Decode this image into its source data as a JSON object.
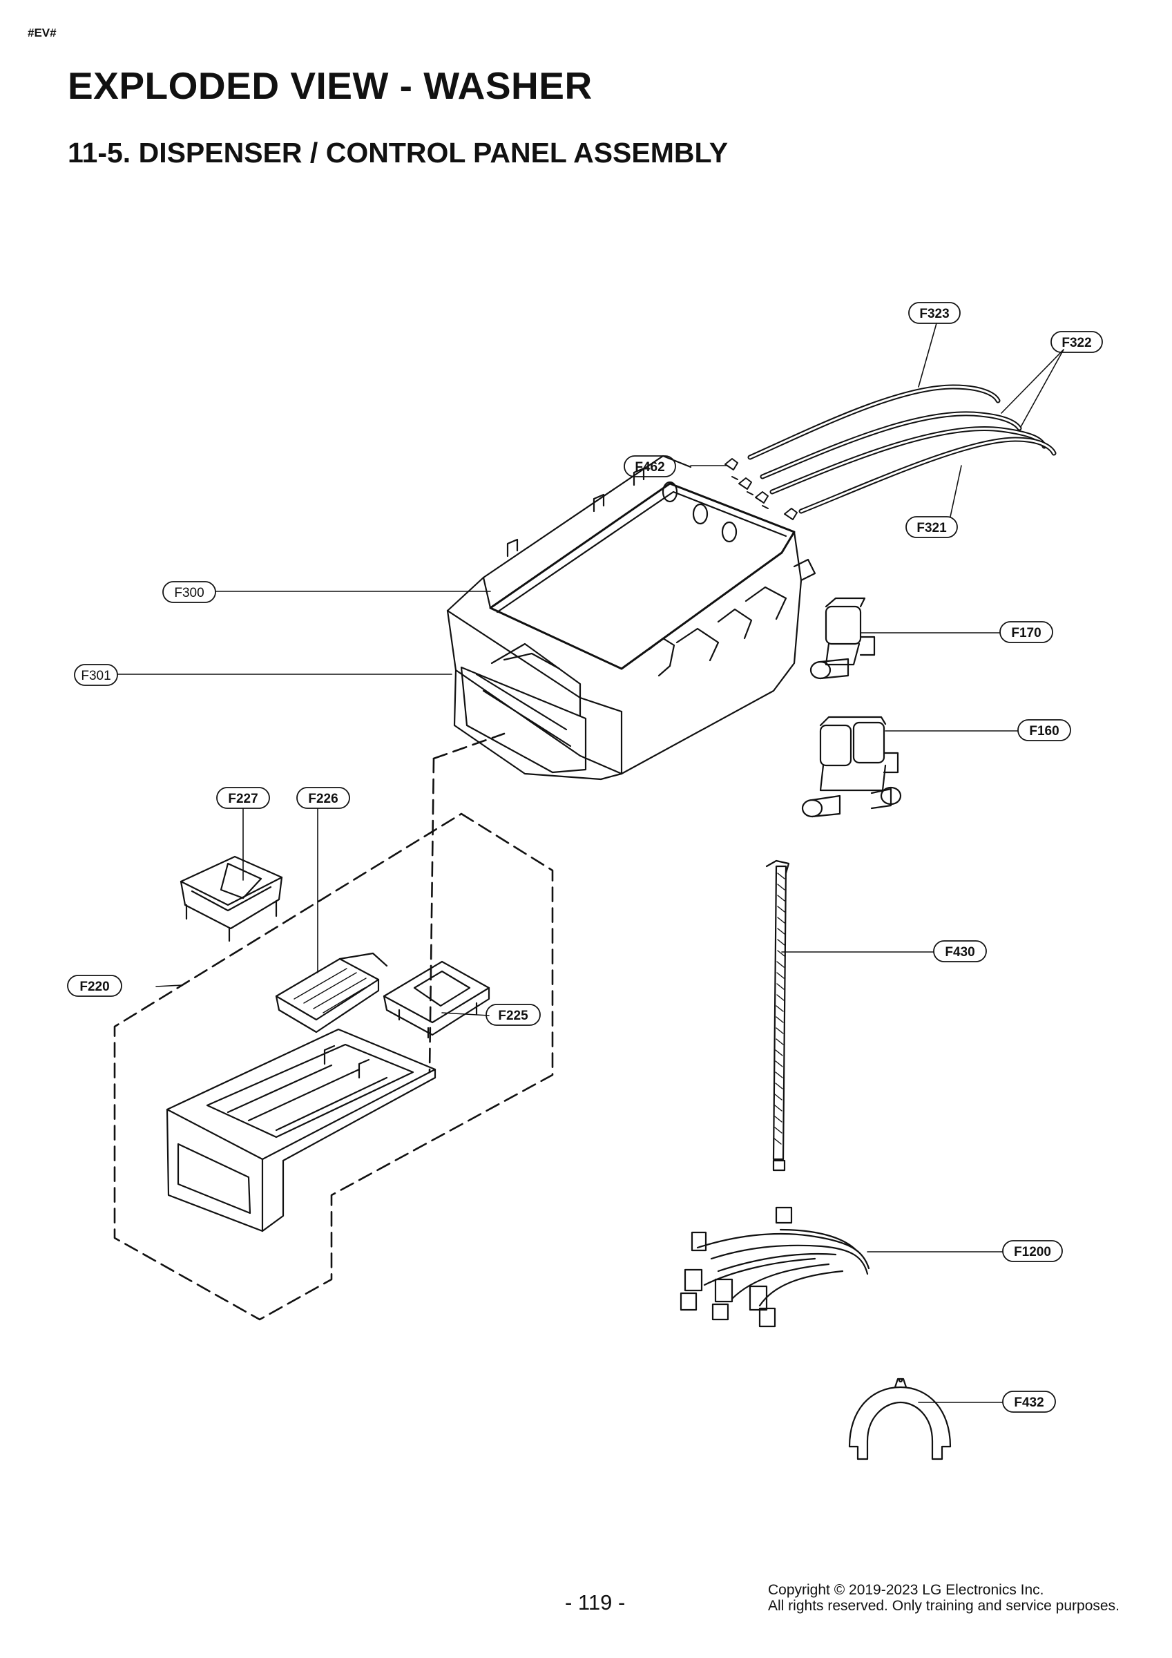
{
  "header": {
    "tag": "#EV#",
    "title": "EXPLODED VIEW - WASHER",
    "subtitle": "11-5. DISPENSER / CONTROL PANEL ASSEMBLY"
  },
  "callouts": {
    "F323": "F323",
    "F322": "F322",
    "F462": "F462",
    "F321": "F321",
    "F300": "F300",
    "F301": "F301",
    "F170": "F170",
    "F160": "F160",
    "F227": "F227",
    "F226": "F226",
    "F220": "F220",
    "F225": "F225",
    "F430": "F430",
    "F1200": "F1200",
    "F432": "F432"
  },
  "footer": {
    "page_number": "- 119 -",
    "copyright": "Copyright © 2019-2023 LG Electronics Inc.",
    "rights": "All rights reserved. Only training and service purposes."
  }
}
